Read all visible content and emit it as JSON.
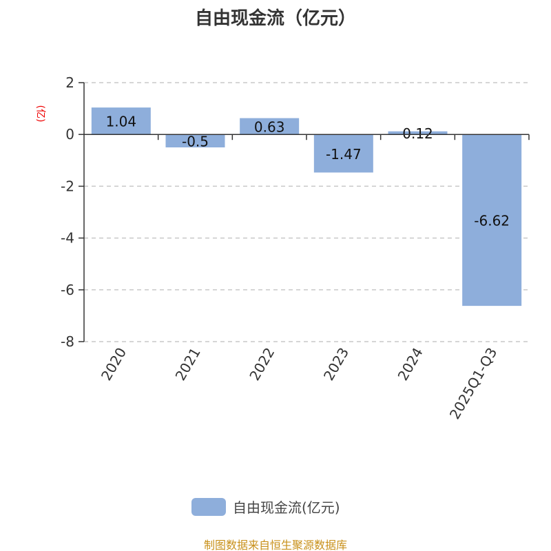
{
  "chart_data": {
    "type": "bar",
    "title": "自由现金流（亿元）",
    "ylabel": "(亿)",
    "xlabel": "",
    "categories": [
      "2020",
      "2021",
      "2022",
      "2023",
      "2024",
      "2025Q1-Q3"
    ],
    "series": [
      {
        "name": "自由现金流(亿元)",
        "values": [
          1.04,
          -0.5,
          0.63,
          -1.47,
          0.12,
          -6.62
        ],
        "color": "#8eaedb"
      }
    ],
    "data_labels": [
      "1.04",
      "-0.5",
      "0.63",
      "-1.47",
      "0.12",
      "-6.62"
    ],
    "ylim": [
      -8,
      2
    ],
    "yticks": [
      2,
      0,
      -2,
      -4,
      -6,
      -8
    ],
    "grid": true,
    "legend": "bottom-center"
  },
  "source": "制图数据来自恒生聚源数据库"
}
